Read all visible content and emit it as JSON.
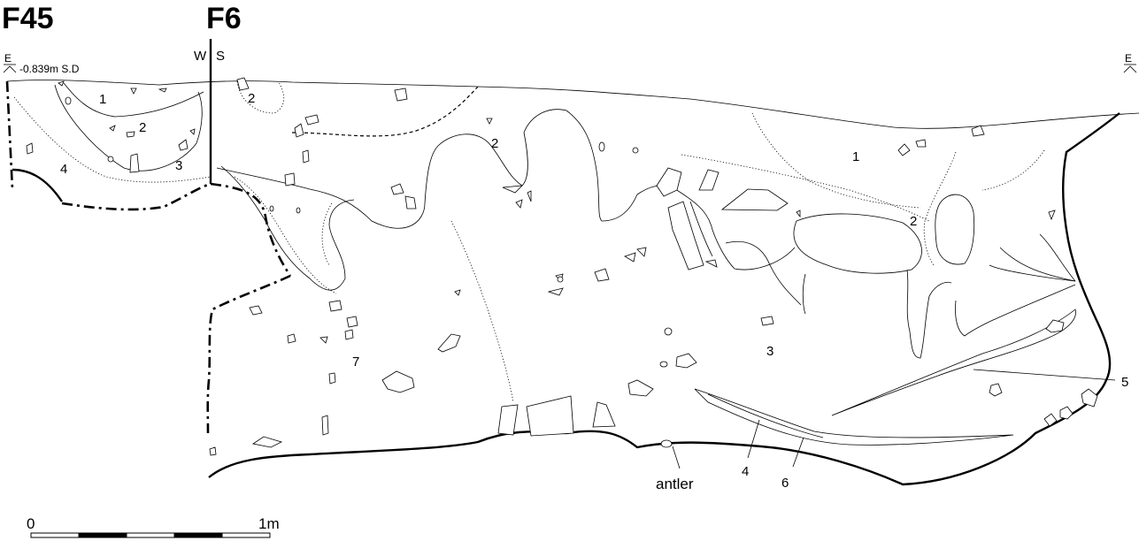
{
  "section_titles": {
    "left": "F45",
    "right": "F6"
  },
  "datum": {
    "left_label": "E",
    "right_label": "E",
    "level": "-0.839m S.D"
  },
  "orientation": {
    "west": "W",
    "south": "S"
  },
  "layers": {
    "f45": [
      "1",
      "2",
      "3",
      "4"
    ],
    "f6": [
      "2",
      "2",
      "1",
      "2",
      "3",
      "7",
      "5",
      "4",
      "6"
    ]
  },
  "annotations": {
    "antler": "antler"
  },
  "scale_bar": {
    "start": "0",
    "end": "1m"
  }
}
